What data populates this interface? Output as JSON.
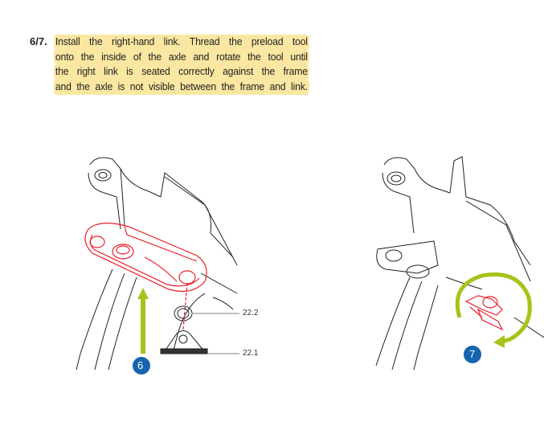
{
  "instruction": {
    "step_number": "6/7.",
    "lines": [
      "Install the right-hand link. Thread the preload tool",
      "onto the inside of the axle and rotate the tool until",
      "the right link is seated correctly against the frame",
      "and the axle is not visible between the frame and link."
    ]
  },
  "figures": {
    "left": {
      "badge": "6",
      "callouts": [
        "22.2",
        "22.1"
      ]
    },
    "right": {
      "badge": "7"
    }
  },
  "colors": {
    "highlight": "#fbe7a1",
    "part": "#e8202a",
    "arrow": "#a6c31a",
    "badge": "#1565b0"
  }
}
